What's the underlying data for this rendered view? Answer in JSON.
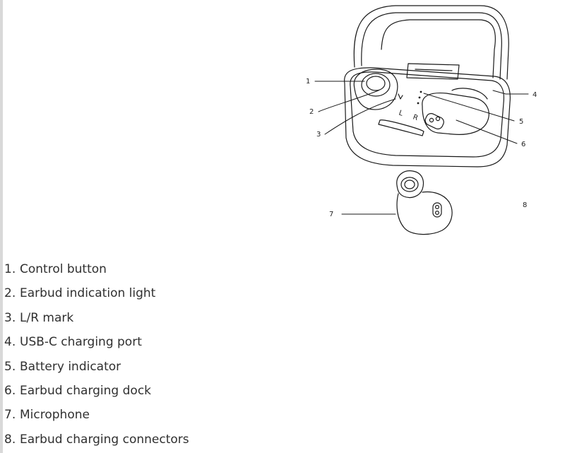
{
  "diagram": {
    "callouts": [
      "1",
      "2",
      "3",
      "4",
      "5",
      "6",
      "7",
      "8"
    ],
    "case_marks": [
      "L",
      "R"
    ]
  },
  "legend": [
    {
      "num": "1.",
      "label": "Control button"
    },
    {
      "num": "2.",
      "label": "Earbud indication light"
    },
    {
      "num": "3.",
      "label": "L/R mark"
    },
    {
      "num": "4.",
      "label": "USB-C charging port"
    },
    {
      "num": "5.",
      "label": "Battery indicator"
    },
    {
      "num": "6.",
      "label": "Earbud charging dock"
    },
    {
      "num": "7.",
      "label": "Microphone"
    },
    {
      "num": "8.",
      "label": "Earbud charging connectors"
    }
  ]
}
